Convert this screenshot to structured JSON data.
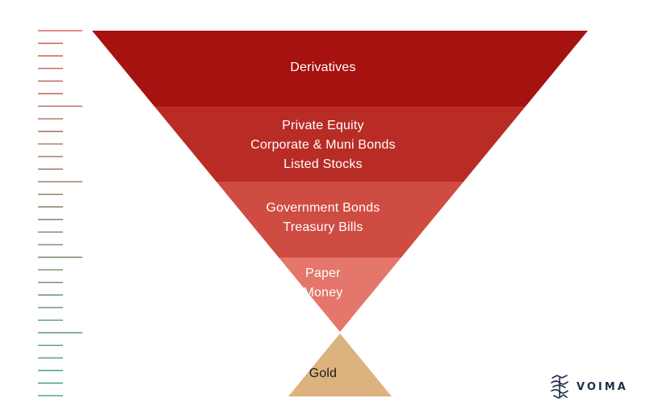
{
  "layers": [
    {
      "lines": [
        "Derivatives"
      ],
      "color": "#a5120f"
    },
    {
      "lines": [
        "Private Equity",
        "Corporate & Muni Bonds",
        "Listed Stocks"
      ],
      "color": "#b92c26"
    },
    {
      "lines": [
        "Government Bonds",
        "Treasury Bills"
      ],
      "color": "#cf4c43"
    },
    {
      "lines": [
        "Paper",
        "Money"
      ],
      "color": "#e4766b"
    }
  ],
  "base": {
    "label": "Gold",
    "color": "#dcb27e"
  },
  "scale": {
    "top_color": "#d14a40",
    "bottom_color": "#2e9d6f"
  },
  "brand": {
    "name": "VOIMA",
    "color": "#1f2d4a",
    "icon": "voima-logo-icon"
  }
}
